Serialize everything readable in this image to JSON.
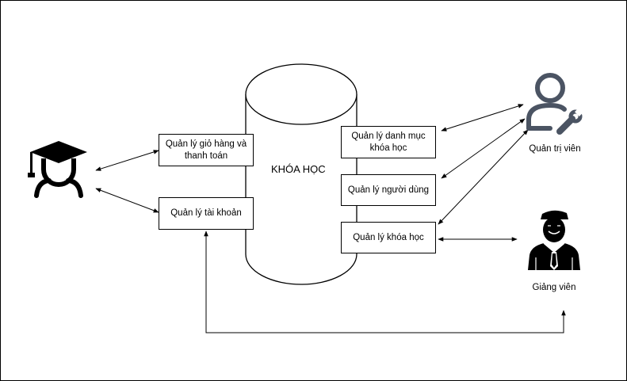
{
  "database": {
    "label": "KHÓA HỌC"
  },
  "boxes": {
    "cart": "Quản lý giỏ hàng và thanh toán",
    "account": "Quản lý tài khoản",
    "category": "Quản lý danh mục khóa học",
    "users": "Quản lý người dùng",
    "courses": "Quản lý khóa học"
  },
  "actors": {
    "student": {
      "icon": "graduate-student-icon"
    },
    "admin": {
      "label": "Quản trị viên",
      "icon": "user-wrench-icon"
    },
    "teacher": {
      "label": "Giảng viên",
      "icon": "teacher-icon"
    }
  }
}
